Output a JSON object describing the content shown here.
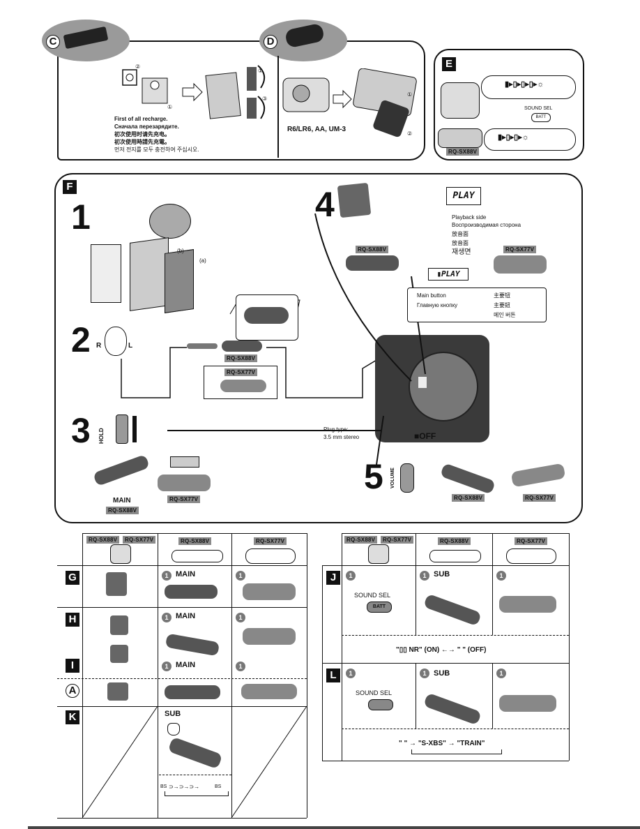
{
  "section_c": {
    "tag": "C",
    "lines": [
      "First of all recharge.",
      "Сначала перезарядите.",
      "初次使用时请先充电。",
      "初次使用時請先充電。",
      "먼저 전지를 모두 충전하여 주십시오."
    ]
  },
  "section_d": {
    "tag": "D",
    "battery": "R6/LR6, AA, UM-3"
  },
  "section_e": {
    "tag": "E",
    "sound_sel": "SOUND SEL",
    "batt": "BATT",
    "model": "RQ-SX88V"
  },
  "section_f": {
    "tag": "F",
    "step1": "1",
    "label_b": "(b)",
    "label_a": "(a)",
    "step2": "2",
    "r": "R",
    "l": "L",
    "model_88": "RQ-SX88V",
    "model_77": "RQ-SX77V",
    "step3": "3",
    "hold": "HOLD",
    "main": "MAIN",
    "step4": "4",
    "lcd_play": "PLAY",
    "playback": [
      "Playback side",
      "Воспроизводимая сторона",
      "放音面",
      "放音面",
      "재생면"
    ],
    "info_left": [
      "Main button",
      "Главную кнопку"
    ],
    "info_right": [
      "主要钮",
      "主要鈕",
      "메인 버튼"
    ],
    "plug": [
      "Plug type:",
      "3.5 mm stereo"
    ],
    "off": "■OFF",
    "step5": "5",
    "volume": "VOLUME"
  },
  "table_left": {
    "headers": [
      "RQ-SX88V",
      "RQ-SX77V",
      "RQ-SX88V",
      "RQ-SX77V"
    ],
    "rows": [
      {
        "tag": "G",
        "main": "MAIN"
      },
      {
        "tag": "H",
        "main": "MAIN"
      },
      {
        "tag": "I",
        "main": "MAIN"
      },
      {
        "tag": "A"
      },
      {
        "tag": "K",
        "sub": "SUB",
        "cycle": "BS"
      }
    ]
  },
  "table_right": {
    "headers": [
      "RQ-SX88V",
      "RQ-SX77V",
      "RQ-SX88V",
      "RQ-SX77V"
    ],
    "rows": [
      {
        "tag": "J",
        "sound_sel": "SOUND SEL",
        "batt": "BATT",
        "sub": "SUB",
        "note": "\"▯▯ NR\" (ON) ←→ \"        \" (OFF)"
      },
      {
        "tag": "L",
        "sound_sel": "SOUND SEL",
        "sub": "SUB",
        "note": "\"        \" → \"S-XBS\" → \"TRAIN\""
      }
    ]
  }
}
